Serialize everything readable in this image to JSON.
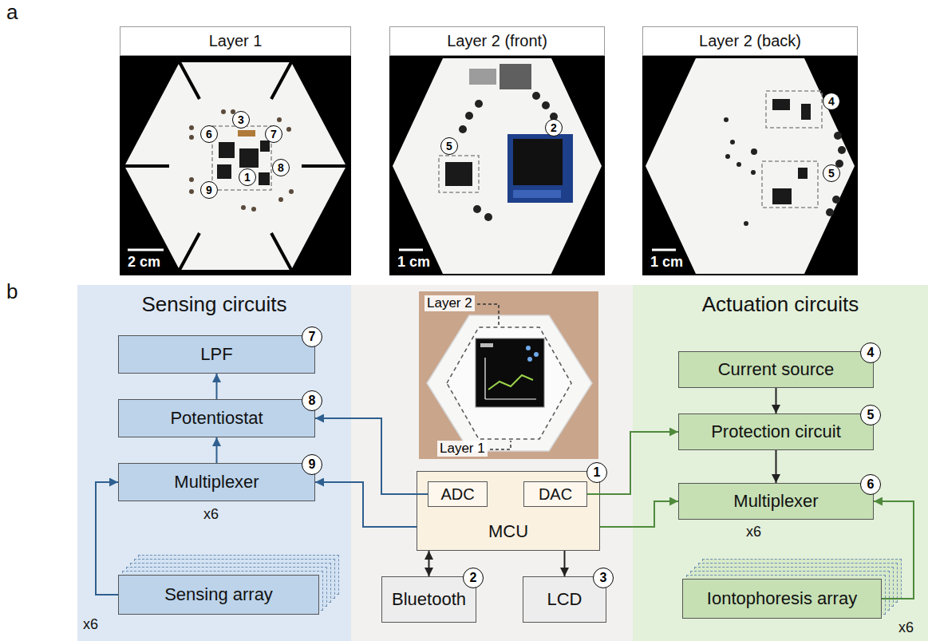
{
  "diagram": {
    "nodes": [
      {
        "text": [
          "Layer 1"
        ]
      },
      {
        "text": [
          "Layer 2 (front)"
        ]
      },
      {
        "text": [
          "Layer 2 (back)"
        ]
      },
      {
        "text": [
          "Sensing circuits"
        ]
      },
      {
        "text": [
          "LPF"
        ],
        "in": 3
      },
      {
        "text": [
          "Potentiostat"
        ],
        "in": 3
      },
      {
        "text": [
          "Multiplexer"
        ],
        "in": 3
      },
      {
        "text": [
          "Sensing array"
        ],
        "in": 3
      },
      {
        "text": [
          "MCU"
        ]
      },
      {
        "text": [
          "ADC"
        ],
        "in": 8
      },
      {
        "text": [
          "DAC"
        ],
        "in": 8
      },
      {
        "text": [
          "Bluetooth"
        ]
      },
      {
        "text": [
          "LCD"
        ]
      },
      {
        "text": [
          "Actuation circuits"
        ]
      },
      {
        "text": [
          "Current source"
        ],
        "in": 13
      },
      {
        "text": [
          "Protection circuit"
        ],
        "in": 13
      },
      {
        "text": [
          "Multiplexer"
        ],
        "in": 13
      },
      {
        "text": [
          "Iontophoresis array"
        ],
        "in": 13
      }
    ],
    "edges": [
      {
        "from": 7,
        "to": 6,
        "arrow": "to"
      },
      {
        "from": 6,
        "to": 5,
        "arrow": "to"
      },
      {
        "from": 5,
        "to": 4,
        "arrow": "to"
      },
      {
        "from": 8,
        "to": 6,
        "arrow": "to"
      },
      {
        "from": 9,
        "to": 5,
        "arrow": "to"
      },
      {
        "from": 10,
        "to": 15,
        "arrow": "to"
      },
      {
        "from": 8,
        "to": 16,
        "arrow": "to"
      },
      {
        "from": 14,
        "to": 15,
        "arrow": "to"
      },
      {
        "from": 15,
        "to": 16,
        "arrow": "to"
      },
      {
        "from": 17,
        "to": 16,
        "arrow": "to"
      },
      {
        "from": 8,
        "to": 11,
        "arrow": "both"
      },
      {
        "from": 8,
        "to": 12,
        "arrow": "to"
      }
    ],
    "labels": [
      "a",
      "3",
      "6",
      "7",
      "1",
      "8",
      "9",
      "2 cm",
      "5",
      "2",
      "1 cm",
      "4",
      "5",
      "1 cm",
      "b",
      "Layer 2",
      "Layer 1",
      "7",
      "8",
      "9",
      "x6",
      "x6",
      "1",
      "2",
      "3",
      "4",
      "5",
      "6",
      "x6",
      "x6"
    ]
  }
}
